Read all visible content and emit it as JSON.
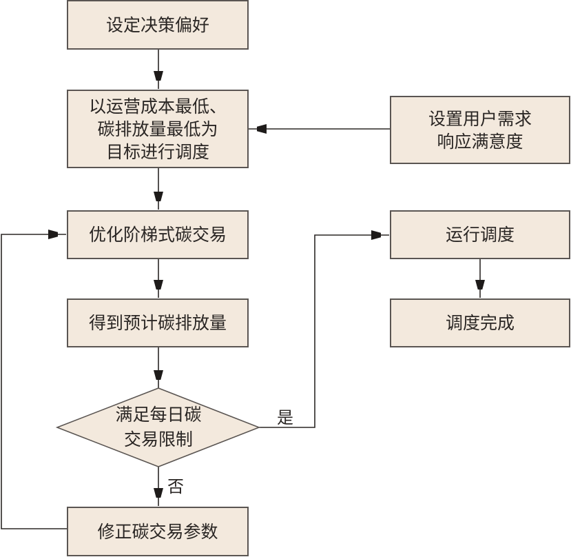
{
  "diagram": {
    "nodes": {
      "set_preference": "设定决策偏好",
      "schedule_objective": "以运营成本最低、\n碳排放量最低为\n目标进行调度",
      "set_satisfaction": "设置用户需求\n响应满意度",
      "optimize_trading": "优化阶梯式碳交易",
      "get_emission": "得到预计碳排放量",
      "check_limit": "满足每日碳\n交易限制",
      "adjust_params": "修正碳交易参数",
      "run_schedule": "运行调度",
      "schedule_done": "调度完成"
    },
    "edge_labels": {
      "yes": "是",
      "no": "否"
    },
    "colors": {
      "node_fill": "#f3e9dd",
      "node_border": "#5a5552",
      "line": "#2a2624"
    }
  }
}
